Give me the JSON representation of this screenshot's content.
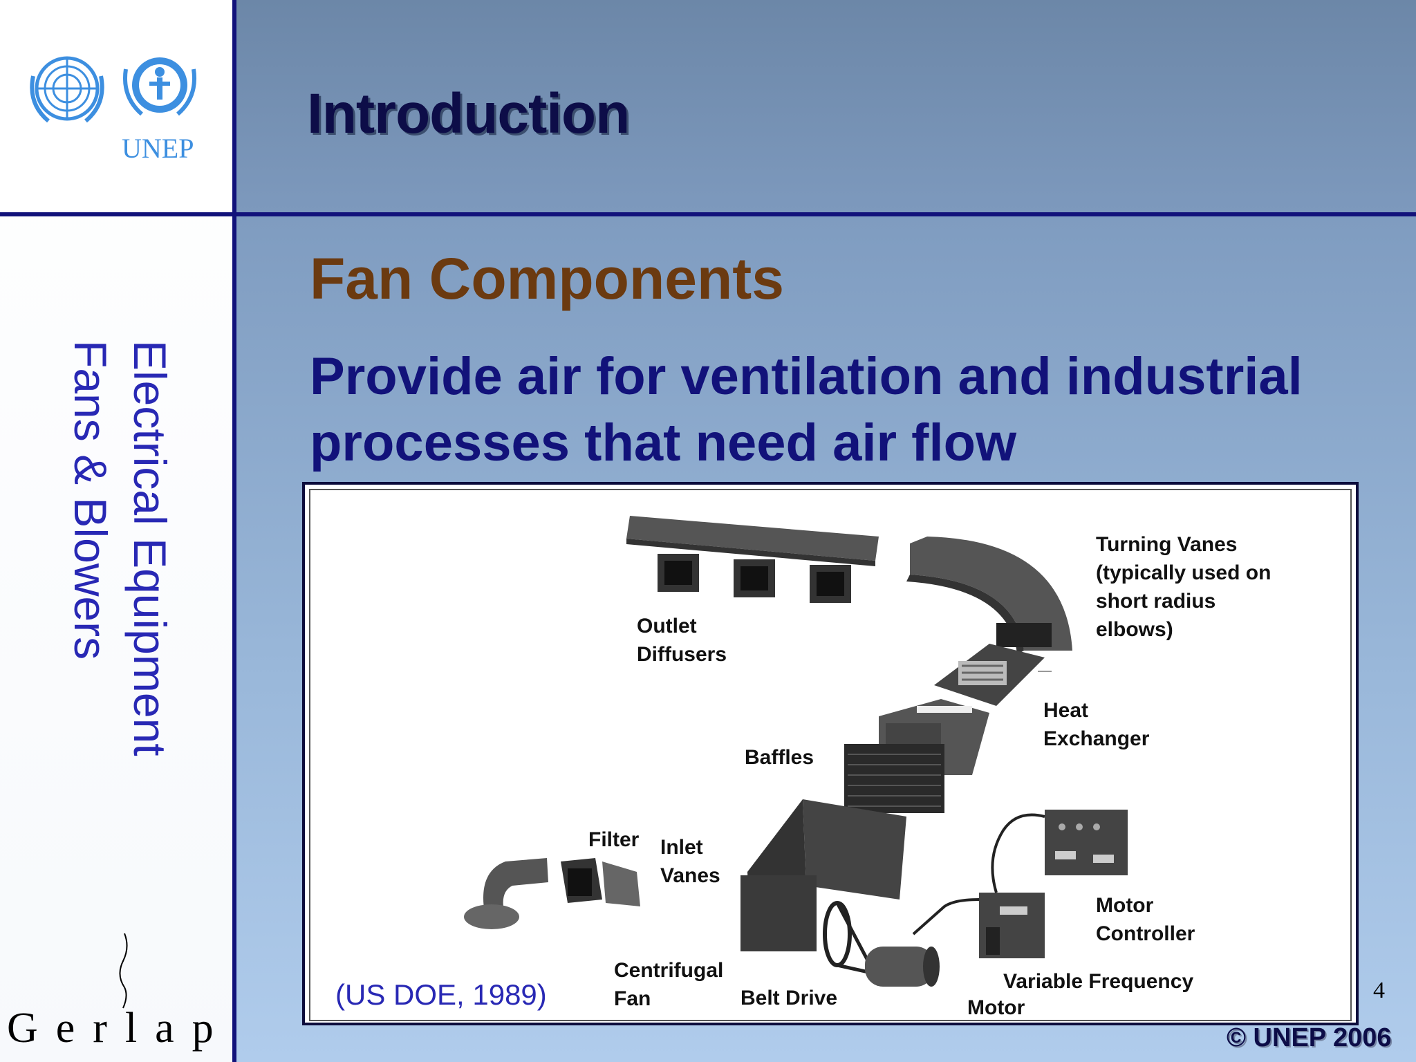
{
  "header": {
    "title": "Introduction"
  },
  "logo": {
    "unep_text": "UNEP"
  },
  "sidebar": {
    "lines": [
      "Electrical Equipment",
      "Fans & Blowers"
    ],
    "brand": "Gerlap"
  },
  "main": {
    "subtitle": "Fan Components",
    "description": "Provide air for ventilation and industrial processes that need air flow"
  },
  "figure": {
    "labels": {
      "turning_vanes": [
        "Turning Vanes",
        "(typically used on",
        "short radius",
        "elbows)"
      ],
      "outlet_diffusers": [
        "Outlet",
        "Diffusers"
      ],
      "heat_exchanger": [
        "Heat",
        "Exchanger"
      ],
      "baffles": "Baffles",
      "filter": "Filter",
      "inlet_vanes": [
        "Inlet",
        "Vanes"
      ],
      "motor_controller": [
        "Motor",
        "Controller"
      ],
      "centrifugal_fan": [
        "Centrifugal",
        "Fan"
      ],
      "belt_drive": "Belt Drive",
      "variable_frequency": "Variable Frequency",
      "motor": "Motor"
    },
    "citation": "(US DOE, 1989)"
  },
  "footer": {
    "page_number": "4",
    "copyright": "© UNEP 2006"
  },
  "colors": {
    "navy": "#12127a",
    "title": "#0d0d48",
    "subtitle": "#6b3a10",
    "side_text": "#2828b4",
    "unep_blue": "#3d8fe0"
  }
}
